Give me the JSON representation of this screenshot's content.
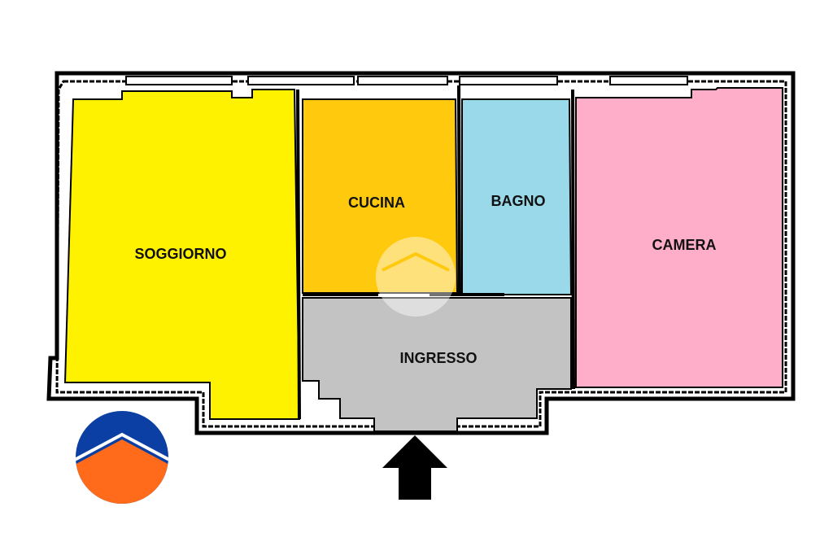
{
  "rooms": {
    "soggiorno": {
      "label": "SOGGIORNO",
      "color": "#FFF200"
    },
    "cucina": {
      "label": "CUCINA",
      "color": "#FFC90E"
    },
    "bagno": {
      "label": "BAGNO",
      "color": "#99D9EA"
    },
    "camera": {
      "label": "CAMERA",
      "color": "#FFAEC9"
    },
    "ingresso": {
      "label": "INGRESSO",
      "color": "#C3C3C3"
    }
  },
  "colors": {
    "wall": "#000000",
    "logo_top": "#0B3FA3",
    "logo_bottom": "#FF6B1A",
    "entrance_arrow": "#000000"
  },
  "icons": {
    "entrance": "entrance-arrow-icon",
    "logo": "brand-logo-icon",
    "watermark": "watermark-logo-icon"
  }
}
